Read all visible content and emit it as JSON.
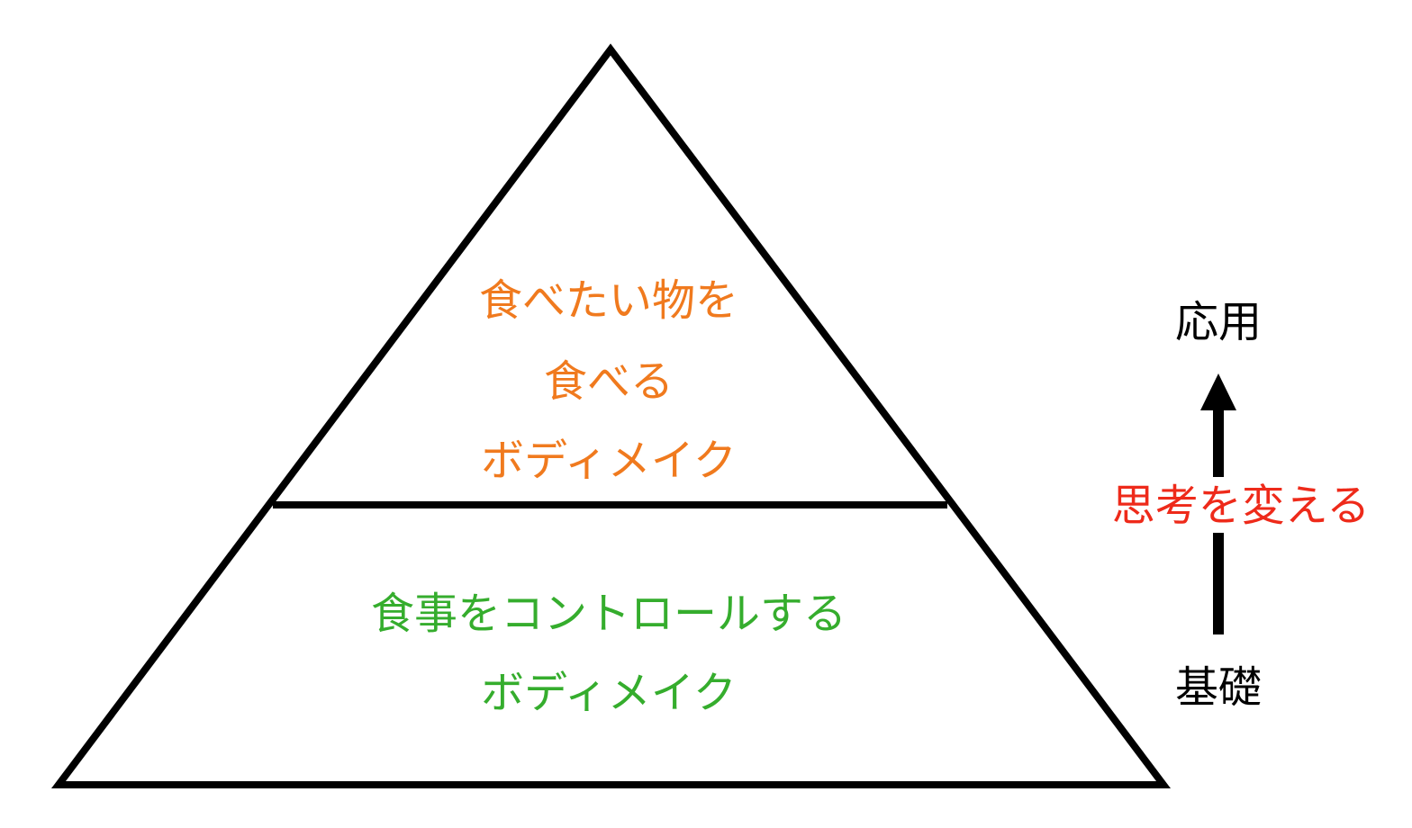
{
  "pyramid": {
    "top_lines": [
      "食べたい物を",
      "食べる",
      "ボディメイク"
    ],
    "bottom_lines": [
      "食事をコントロールする",
      "ボディメイク"
    ]
  },
  "axis": {
    "top_label": "応用",
    "middle_label": "思考を変える",
    "bottom_label": "基礎"
  },
  "colors": {
    "top_text": "#f07a1e",
    "bottom_text": "#35ad2d",
    "middle_label": "#ee2a1a"
  }
}
